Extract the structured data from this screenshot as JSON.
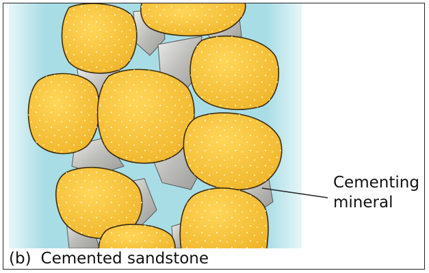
{
  "figure": {
    "caption_tag": "(b)",
    "caption_text": "Cemented sandstone",
    "callout_label_line1": "Cementing",
    "callout_label_line2": "mineral"
  },
  "colors": {
    "pore_water": "#a9dde6",
    "pore_water_edge": "#e6f6f8",
    "grain_fill": "#f7c63b",
    "grain_outline": "#3a2a10",
    "grain_speckle": "#fff3c0",
    "cement_fill": "#b9b9b6",
    "cement_highlight": "#e6e6e2",
    "line": "#222222"
  }
}
